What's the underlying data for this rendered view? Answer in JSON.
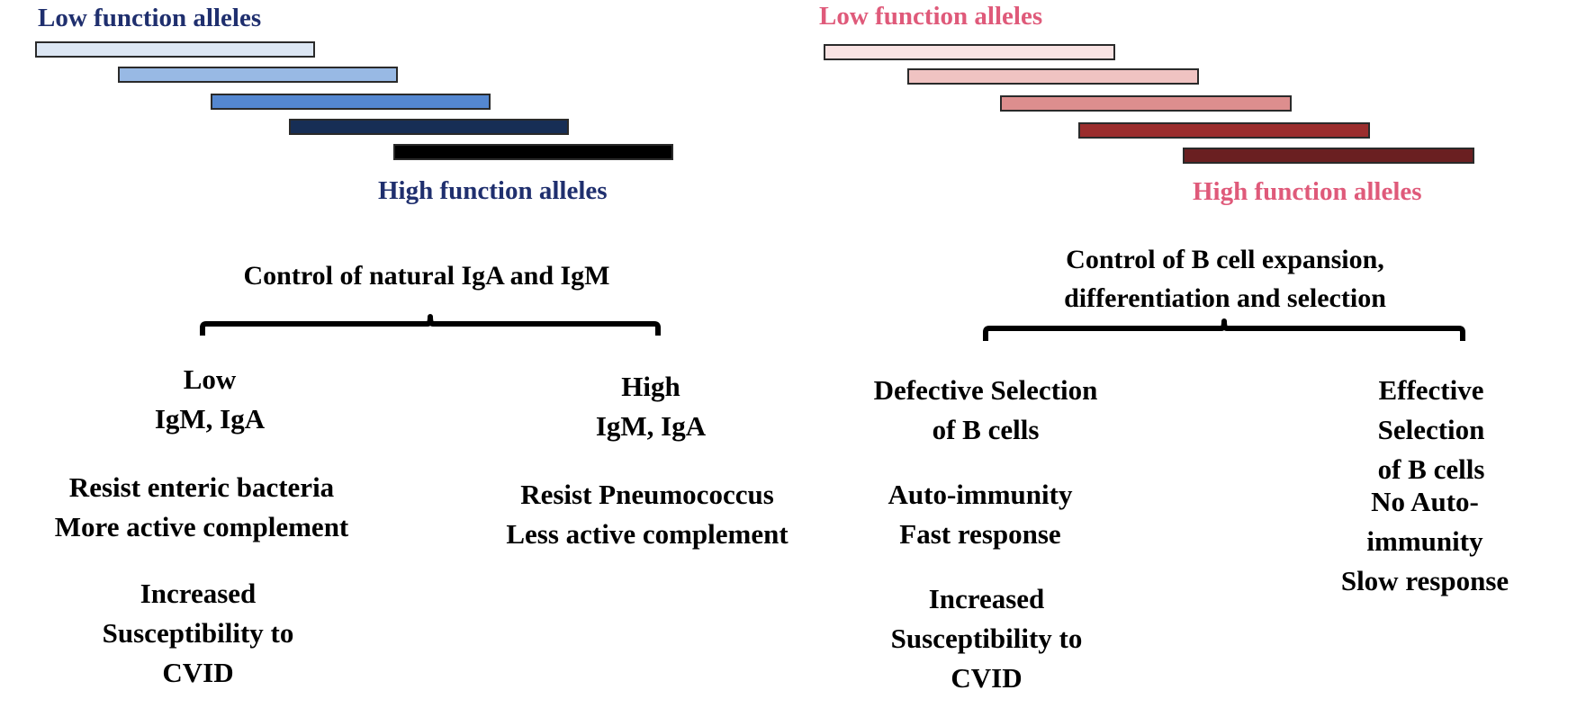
{
  "left_panel": {
    "low_label": "Low function alleles",
    "high_label": "High function alleles",
    "label_color": "#1f2f6e",
    "bar_colors": [
      "#dce6f3",
      "#98b9e4",
      "#5487d0",
      "#172e55",
      "#000000"
    ],
    "heading": "Control of natural IgA and IgM",
    "low_branch": {
      "title": "Low\nIgM, IgA",
      "effects": "Resist enteric bacteria\nMore active complement",
      "outcome": "Increased\nSusceptibility  to\nCVID"
    },
    "high_branch": {
      "title": "High\nIgM, IgA",
      "effects": "Resist Pneumococcus\nLess active complement"
    }
  },
  "right_panel": {
    "low_label": "Low function alleles",
    "high_label": "High function alleles",
    "label_color": "#df5a7a",
    "bar_colors": [
      "#f8e2e2",
      "#f0c3c2",
      "#dd8e8e",
      "#9b2d2d",
      "#6a1f21"
    ],
    "heading": "Control of B cell expansion,\ndifferentiation and selection",
    "defective_branch": {
      "title": "Defective Selection\nof B cells",
      "effects": "Auto-immunity\nFast response",
      "outcome": "Increased\nSusceptibility  to\nCVID"
    },
    "effective_branch": {
      "title": "Effective Selection\nof B cells",
      "effects": "No Auto-immunity\nSlow response"
    }
  }
}
